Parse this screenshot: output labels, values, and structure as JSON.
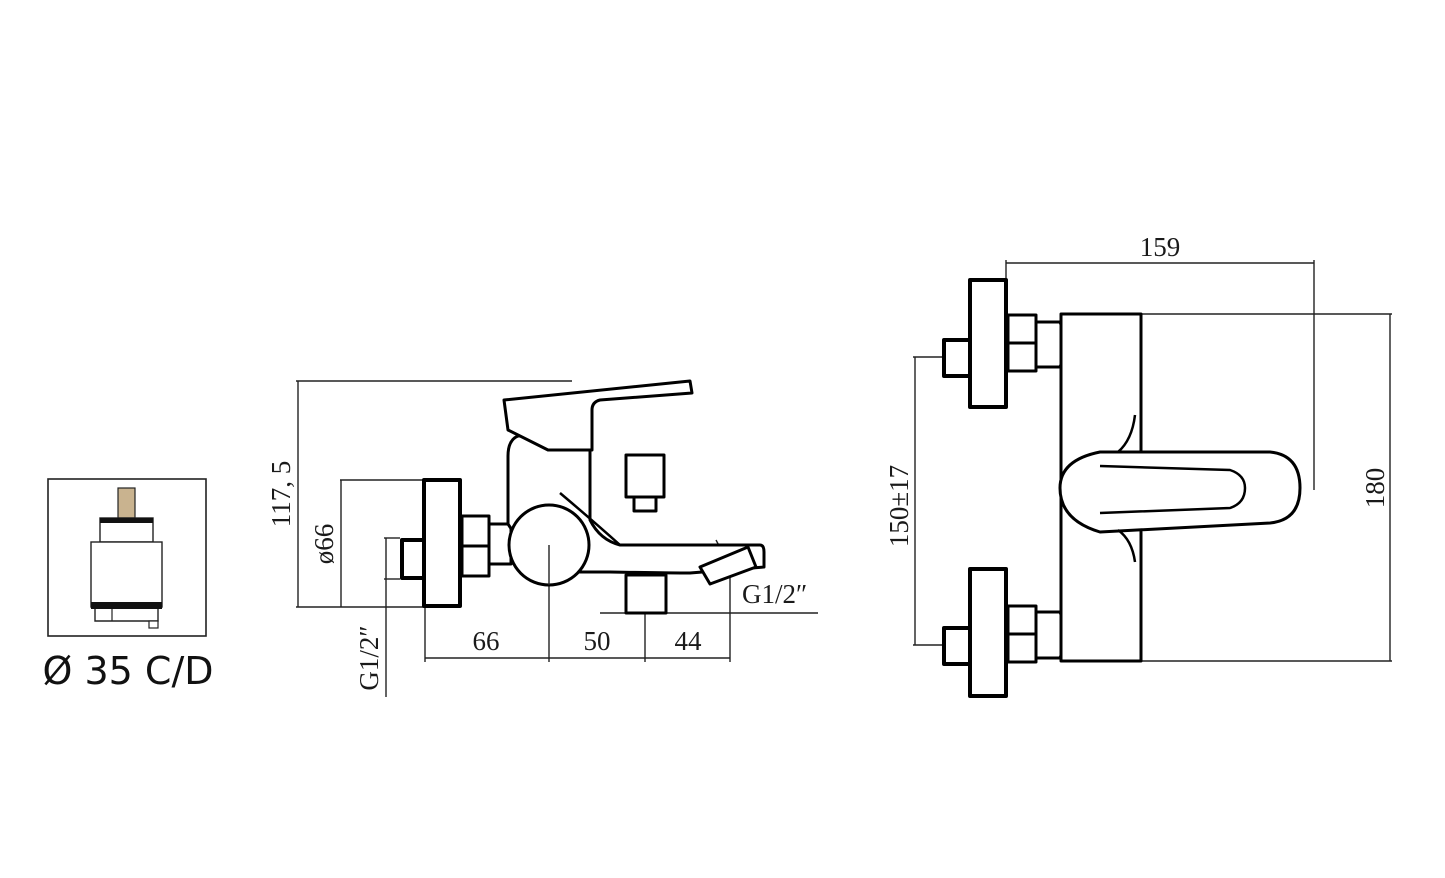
{
  "cartridge": {
    "caption": "Ø 35 C/D",
    "stem_color": "#c9b38f"
  },
  "side_view": {
    "dimensions": {
      "height": "117, 5",
      "escutcheon_diameter": "ø66",
      "inlet_thread": "G1/2″",
      "outlet_thread": "G1/2″",
      "distance_wall_to_body": "66",
      "distance_body_to_shower_outlet": "50",
      "distance_shower_to_spout": "44"
    }
  },
  "front_view": {
    "dimensions": {
      "width": "159",
      "height": "180",
      "inlet_centers": "150±17"
    }
  },
  "colors": {
    "line": "#000000",
    "background": "#ffffff"
  }
}
